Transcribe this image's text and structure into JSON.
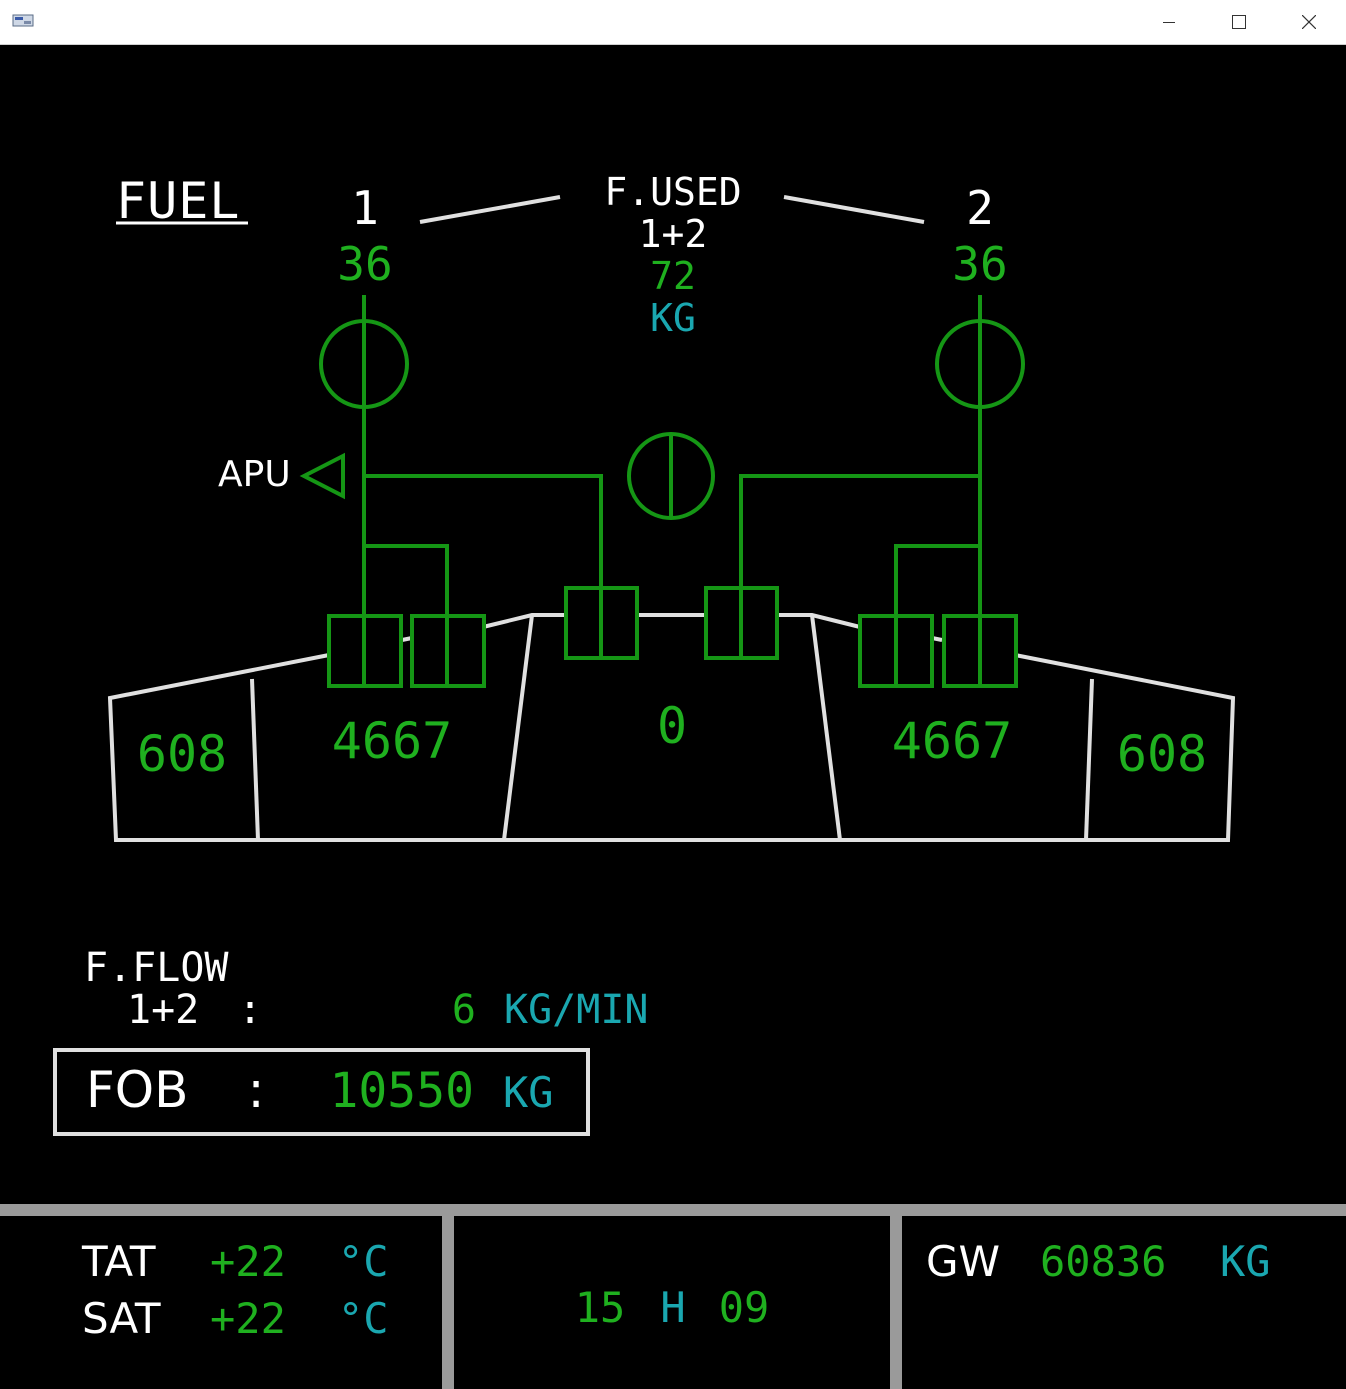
{
  "colors": {
    "background": "#000000",
    "label_white": "#ffffff",
    "value_green": "#1fb01f",
    "line_green": "#159615",
    "unit_cyan": "#1aa7b0",
    "outline_grey": "#e0e0e0",
    "divider_grey": "#9a9a9a"
  },
  "window": {
    "icons": {
      "app": "app-icon",
      "minimize": "minimize-icon",
      "maximize": "maximize-icon",
      "close": "close-icon"
    }
  },
  "page": {
    "title": "FUEL"
  },
  "engines": {
    "eng1": {
      "label": "1",
      "fuel_used": "36"
    },
    "eng2": {
      "label": "2",
      "fuel_used": "36"
    }
  },
  "fused": {
    "label": "F.USED",
    "sublabel": "1+2",
    "value": "72",
    "unit": "KG"
  },
  "apu": {
    "label": "APU"
  },
  "tanks": {
    "left_outer": "608",
    "left_inner": "4667",
    "center": "0",
    "right_inner": "4667",
    "right_outer": "608"
  },
  "fflow": {
    "label": "F.FLOW",
    "sublabel": "1+2",
    "colon": ":",
    "value": "6",
    "unit": "KG/MIN"
  },
  "fob": {
    "label": "FOB",
    "colon": ":",
    "value": "10550",
    "unit": "KG"
  },
  "status": {
    "tat": {
      "label": "TAT",
      "value": "+22",
      "unit": "°C"
    },
    "sat": {
      "label": "SAT",
      "value": "+22",
      "unit": "°C"
    },
    "time": {
      "hours": "15",
      "sep": "H",
      "minutes": "09"
    },
    "gw": {
      "label": "GW",
      "value": "60836",
      "unit": "KG"
    }
  }
}
